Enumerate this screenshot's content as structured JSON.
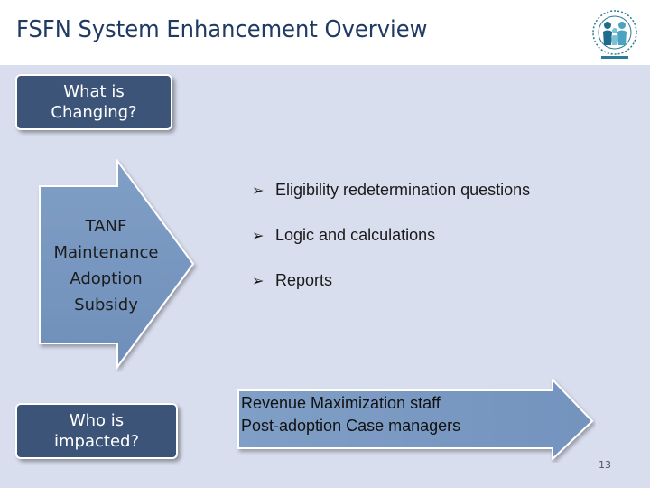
{
  "slide": {
    "title": "FSFN System Enhancement Overview",
    "page_number": "13"
  },
  "what_box": {
    "lines": [
      "What is",
      "Changing?"
    ]
  },
  "who_box": {
    "lines": [
      "Who is",
      "impacted?"
    ]
  },
  "programs": [
    "TANF",
    "Maintenance",
    "Adoption",
    "Subsidy"
  ],
  "changes": [
    "Eligibility redetermination questions",
    "Logic and calculations",
    "Reports"
  ],
  "impacted_roles": [
    "Revenue Maximization staff",
    "Post-adoption Case managers"
  ],
  "icons": {
    "bullet": "arrowhead-bullet-icon",
    "logo": "department-seal-logo"
  },
  "colors": {
    "title": "#1f3a63",
    "label_box": "#3d5479",
    "arrow_fill": "#7b9cc4",
    "content_bg": "#d9deee"
  }
}
